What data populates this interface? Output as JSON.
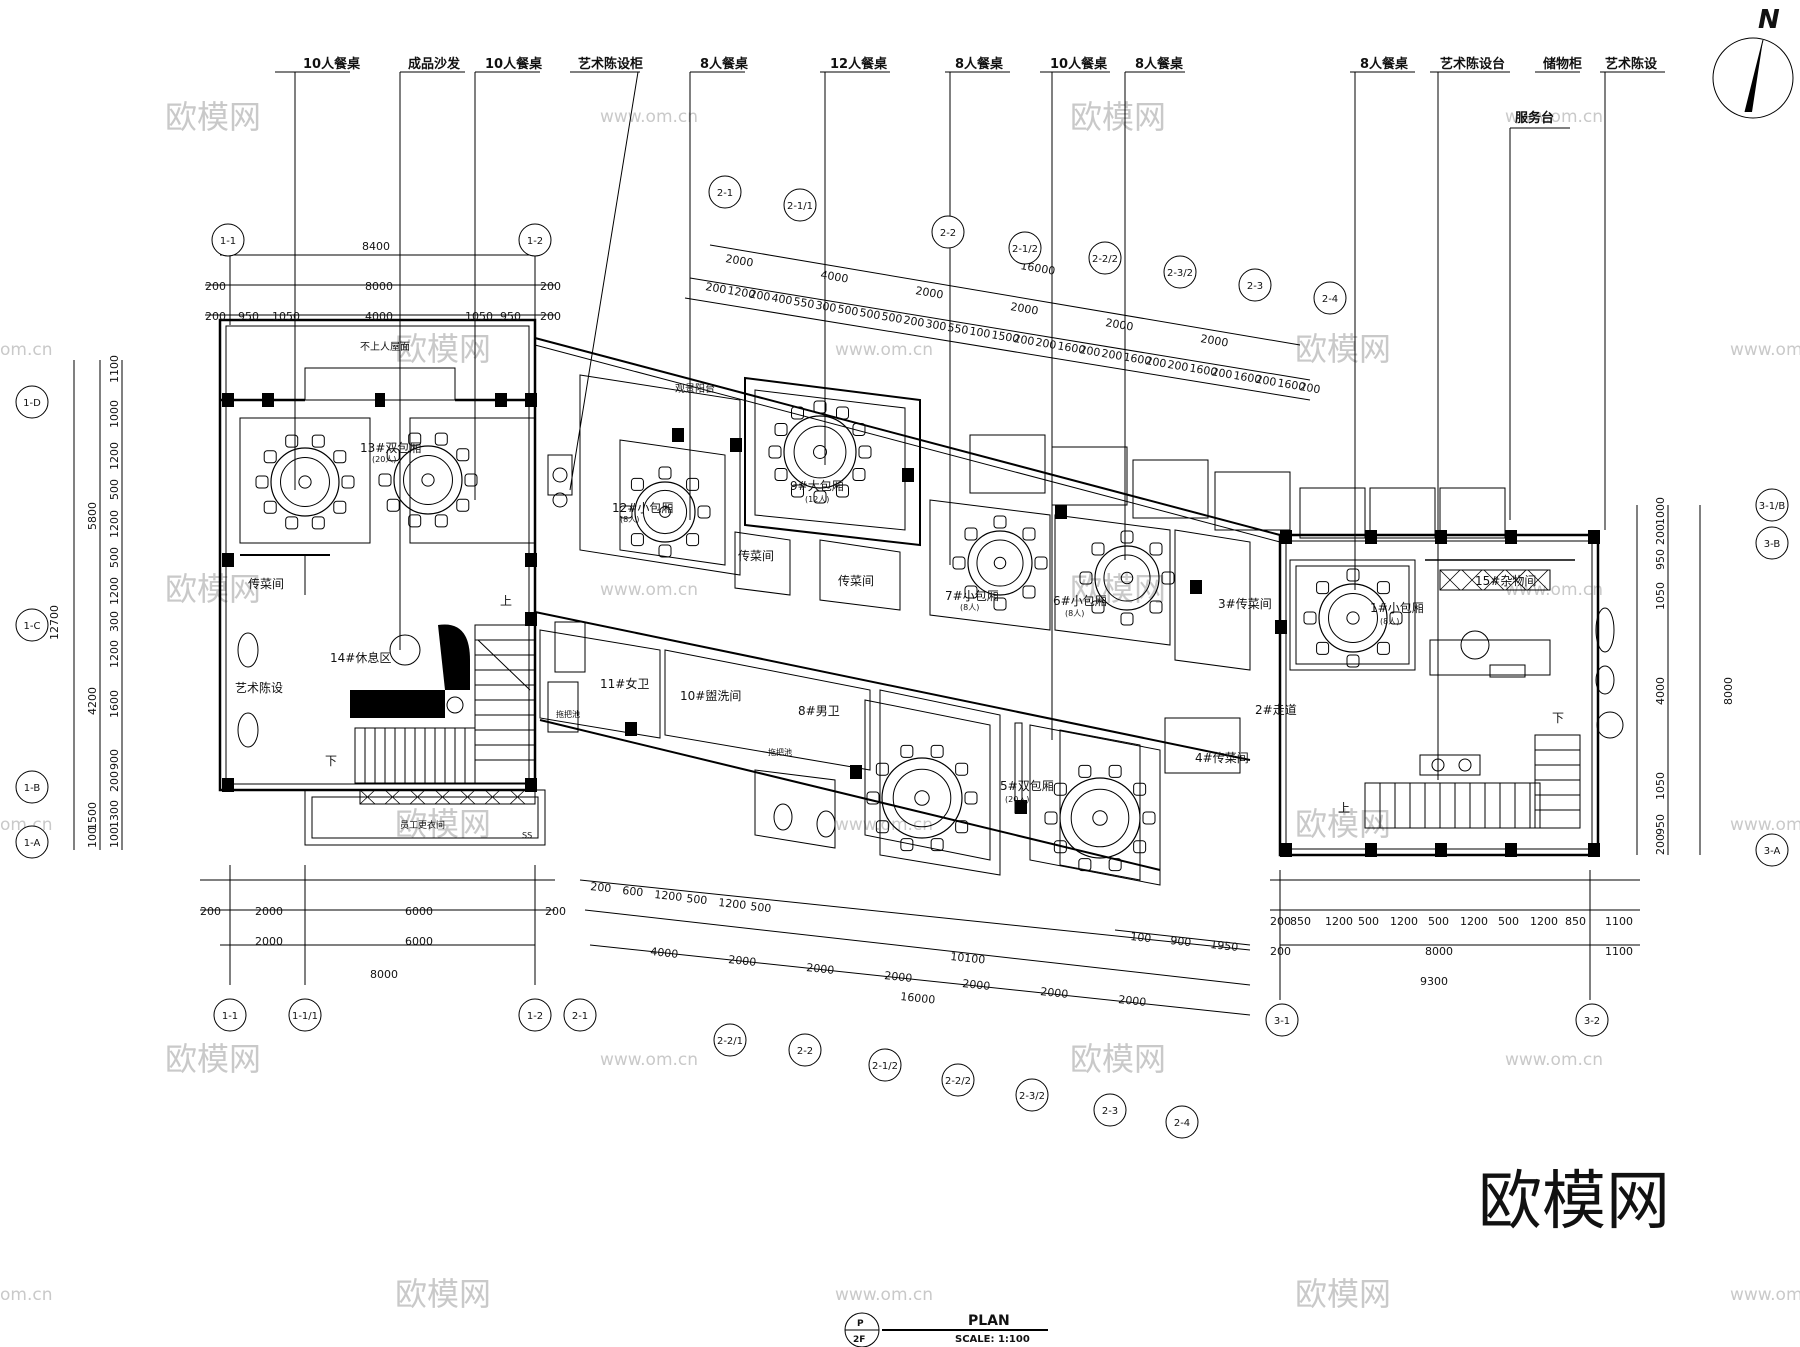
{
  "compass": {
    "label": "N"
  },
  "top_labels": [
    "10人餐桌",
    "成品沙发",
    "10人餐桌",
    "艺术陈设柜",
    "8人餐桌",
    "12人餐桌",
    "8人餐桌",
    "10人餐桌",
    "8人餐桌",
    "8人餐桌",
    "艺术陈设台",
    "储物柜",
    "艺术陈设"
  ],
  "service_label": "服务台",
  "watermarks": {
    "brand": "欧模网",
    "site": "www.om.cn",
    "corner": "欧模网",
    "fragment": "om.cn"
  },
  "rooms": {
    "r13": "13#双包厢",
    "r13_cap": "(20人)",
    "no_entry": "不上人屋面",
    "r12": "12#小包厢",
    "r12_cap": "(8人)",
    "r9": "9#大包厢",
    "r9_cap": "(12人)",
    "balcony": "观景阳台",
    "pantry_a": "传菜间",
    "pantry_b": "传菜间",
    "pantry_c": "传菜间",
    "r7": "7#小包厢",
    "r7_cap": "(8人)",
    "r6": "6#小包厢",
    "r6_cap": "(8人)",
    "r3": "3#传菜间",
    "r1": "1#小包厢",
    "r1_cap": "(8人)",
    "r15": "15#杂物间",
    "lounge": "14#休息区",
    "art": "艺术陈设",
    "r11": "11#女卫",
    "r10": "10#盥洗间",
    "r8": "8#男卫",
    "r5": "5#双包厢",
    "r5_cap": "(20人)",
    "r4": "4#传菜间",
    "corridor": "2#走道",
    "staff": "员工更衣间",
    "mop": "拖把池",
    "mop2": "拖把池",
    "up1": "上",
    "down1": "下",
    "up2": "上",
    "down2": "下",
    "ss": "SS"
  },
  "grid": {
    "ax_1_1": "1-1",
    "ax_1_2": "1-2",
    "ax_1_D": "1-D",
    "ax_1_C": "1-C",
    "ax_1_B": "1-B",
    "ax_1_A": "1-A",
    "b_1_1": "1-1",
    "b_1_1_1": "1-1/1",
    "b_1_2": "1-2",
    "t_2_1": "2-1",
    "t_2_1_1": "2-1/1",
    "t_2_2": "2-2",
    "t_2_1_2": "2-1/2",
    "t_2_2_2": "2-2/2",
    "t_2_3_2": "2-3/2",
    "t_2_3": "2-3",
    "t_2_4": "2-4",
    "b_2_1": "2-1",
    "b_2_2_1": "2-2/1",
    "b_2_2": "2-2",
    "b_2_1_2": "2-1/2",
    "b_2_2_2": "2-2/2",
    "b_2_3_2": "2-3/2",
    "b_2_3": "2-3",
    "b_2_4": "2-4",
    "r_3_1_B": "3-1/B",
    "r_3_B": "3-B",
    "r_3_A": "3-A",
    "b_3_1": "3-1",
    "b_3_2": "3-2"
  },
  "dims": {
    "top1": {
      "overall": "8400"
    },
    "top2": {
      "left": "200",
      "mid": "8000",
      "right": "200"
    },
    "top3": [
      "200",
      "950",
      "1050",
      "4000",
      "1050",
      "950",
      "200"
    ],
    "left_outer": "12700",
    "left_mid": [
      "5800",
      "4200",
      "1500",
      "100"
    ],
    "left_inner": [
      "1100",
      "1000",
      "1200",
      "500",
      "1200",
      "500",
      "1200",
      "300",
      "1200",
      "1600",
      "900",
      "200",
      "1300",
      "100"
    ],
    "bot_l1": [
      "200",
      "2000",
      "6000",
      "200"
    ],
    "bot_l2": [
      "2000",
      "6000"
    ],
    "bot_l3": "8000",
    "diag_top": [
      "2000",
      "4000",
      "2000",
      "2000",
      "2000",
      "2000"
    ],
    "diag_top_total": "16000",
    "diag_fine": [
      "200",
      "1200",
      "200",
      "400",
      "550",
      "300",
      "500",
      "500",
      "500",
      "200",
      "300",
      "550",
      "100",
      "1500",
      "200",
      "200",
      "1600",
      "200",
      "200",
      "1600",
      "200",
      "200",
      "1600",
      "200",
      "1600",
      "200",
      "1600",
      "200"
    ],
    "diag_bot_fine": [
      "200",
      "600",
      "1200",
      "500",
      "1200",
      "500"
    ],
    "diag_bot": [
      "4000",
      "2000",
      "2000",
      "2000",
      "2000",
      "2000",
      "2000"
    ],
    "diag_bot_total": "16000",
    "diag_bot_mid": "10100",
    "diag_bot_right": [
      "100",
      "900",
      "1950"
    ],
    "right_outer": "8000",
    "right_inner": [
      "1000",
      "200",
      "950",
      "1050",
      "4000",
      "1050",
      "950",
      "200"
    ],
    "bot_r1": [
      "200",
      "850",
      "1200",
      "500",
      "1200",
      "500",
      "1200",
      "500",
      "1200",
      "850",
      "1100"
    ],
    "bot_r2": [
      "200",
      "8000",
      "1100"
    ],
    "bot_r3": "9300"
  },
  "title_block": {
    "title": "PLAN",
    "scale": "SCALE: 1:100",
    "tag_top": "P",
    "tag_bottom": "2F"
  }
}
